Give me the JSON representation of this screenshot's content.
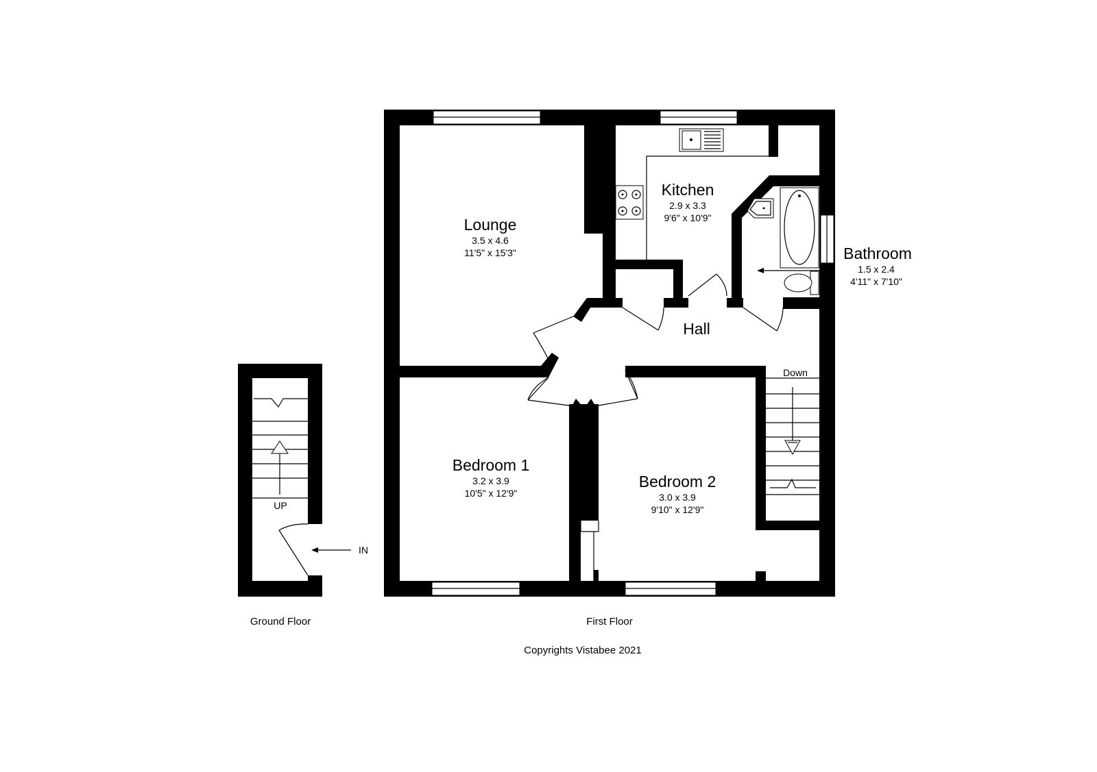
{
  "rooms": {
    "lounge": {
      "name": "Lounge",
      "metric": "3.5 x 4.6",
      "imperial": "11'5\" x 15'3\""
    },
    "kitchen": {
      "name": "Kitchen",
      "metric": "2.9 x 3.3",
      "imperial": "9'6\" x 10'9\""
    },
    "bathroom": {
      "name": "Bathroom",
      "metric": "1.5 x 2.4",
      "imperial": "4'11\" x 7'10\""
    },
    "hall": {
      "name": "Hall"
    },
    "bedroom1": {
      "name": "Bedroom 1",
      "metric": "3.2 x 3.9",
      "imperial": "10'5\" x 12'9\""
    },
    "bedroom2": {
      "name": "Bedroom 2",
      "metric": "3.0 x 3.9",
      "imperial": "9'10\" x 12'9\""
    }
  },
  "stairs": {
    "down_label": "Down",
    "up_label": "UP",
    "entrance_label": "IN"
  },
  "floors": {
    "ground": "Ground Floor",
    "first": "First Floor"
  },
  "copyright": "Copyrights Vistabee 2021"
}
